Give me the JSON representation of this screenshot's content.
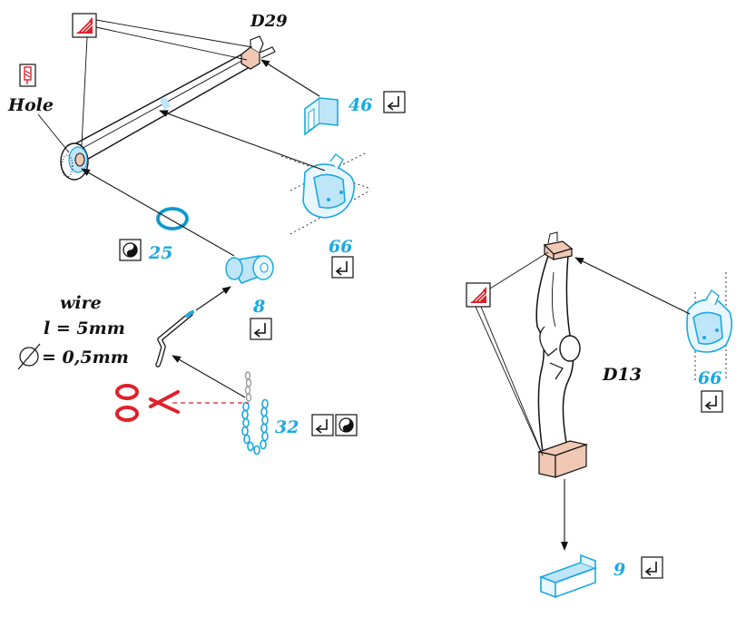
{
  "labels": {
    "d29": "D29",
    "d13": "D13",
    "hole": "Hole",
    "wire_title": "wire",
    "wire_length": "l = 5mm",
    "wire_diameter": "= 0,5mm"
  },
  "part_numbers": {
    "p46": "46",
    "p66_top": "66",
    "p25": "25",
    "p8": "8",
    "p32": "32",
    "p66_right": "66",
    "p9": "9"
  },
  "icons": {
    "glue": "glue-icon",
    "drill": "drill-icon",
    "fold": "fold-return-icon",
    "paint": "yin-yang-paint-icon",
    "scissors": "scissors-icon",
    "diameter": "diameter-icon"
  },
  "colors": {
    "part_blue": "#1aa8e0",
    "glue_red": "#e0202a",
    "wood": "#f0c8b4",
    "ink": "#111111"
  }
}
